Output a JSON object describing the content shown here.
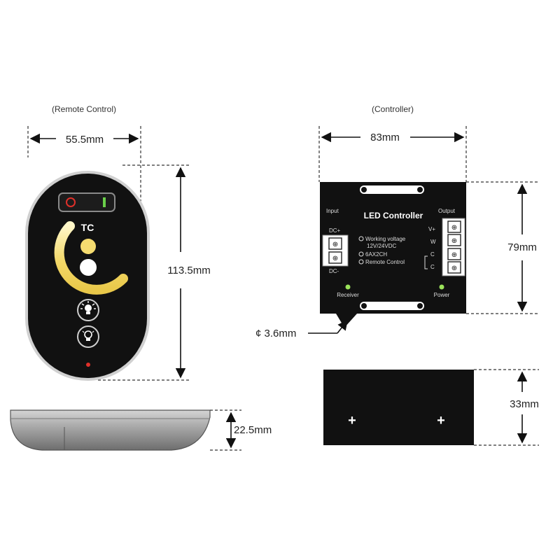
{
  "remote": {
    "caption": "(Remote Control)",
    "width_label": "55.5mm",
    "height_label": "113.5mm",
    "depth_label": "22.5mm",
    "logo": "TC"
  },
  "controller": {
    "caption": "(Controller)",
    "width_label": "83mm",
    "height_label": "79mm",
    "depth_label": "33mm",
    "hole_label": "¢ 3.6mm",
    "title": "LED Controller",
    "input_label": "Input",
    "output_label": "Output",
    "dc_plus": "DC+",
    "dc_minus": "DC-",
    "specs": [
      "Working voltage",
      "12V/24VDC",
      "6AX2CH",
      "Remote Control"
    ],
    "out_terminals": [
      "V+",
      "W",
      "C",
      "C"
    ],
    "receiver_label": "Receiver",
    "power_label": "Power"
  },
  "colors": {
    "device": "#111111",
    "warm": "#f5dc70",
    "cool": "#ffffff",
    "led_green": "#9be35a",
    "led_red": "#e0302a",
    "shell": "#9a9a9a"
  }
}
